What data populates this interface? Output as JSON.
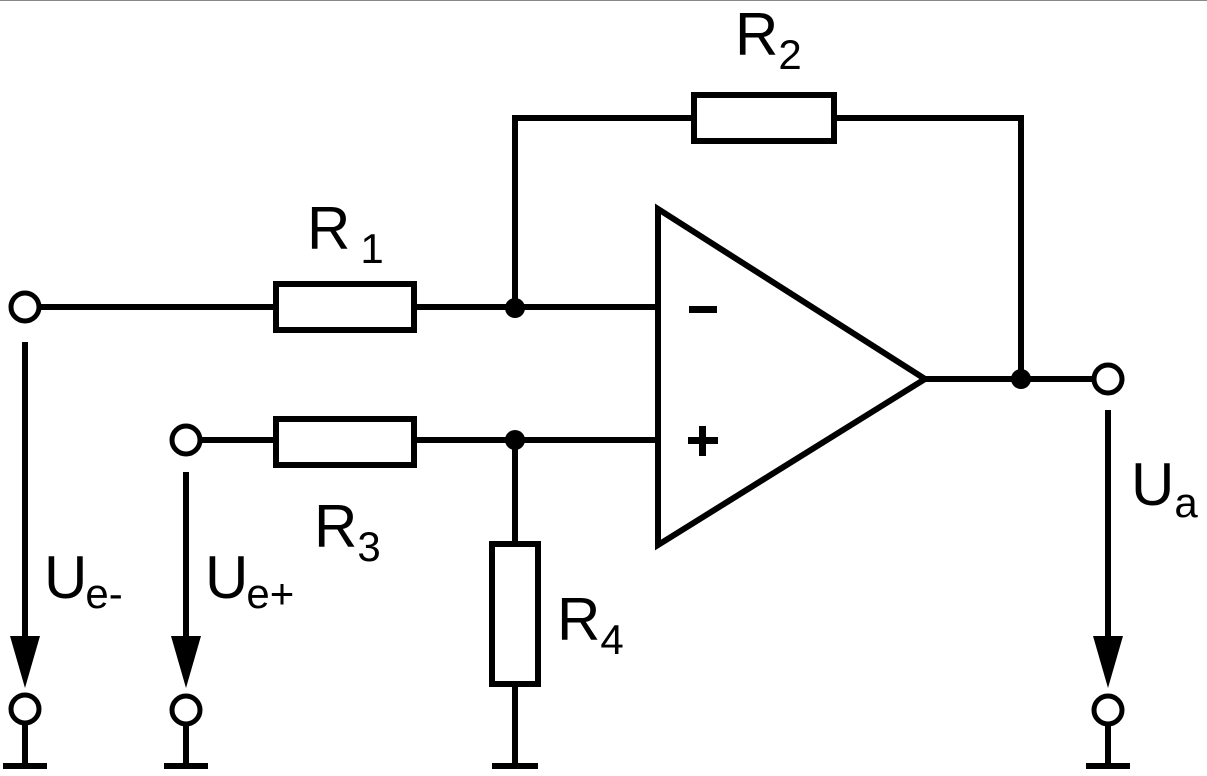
{
  "diagram": {
    "type": "circuit-schematic",
    "components": {
      "r1": {
        "label": "R",
        "index": "1"
      },
      "r2": {
        "label": "R",
        "index": "2"
      },
      "r3": {
        "label": "R",
        "index": "3"
      },
      "r4": {
        "label": "R",
        "index": "4"
      }
    },
    "opamp": {
      "inverting_sign": "-",
      "noninverting_sign": "+"
    },
    "voltages": {
      "ue_minus": {
        "label": "U",
        "index": "e-"
      },
      "ue_plus": {
        "label": "U",
        "index": "e+"
      },
      "ua": {
        "label": "U",
        "index": "a"
      }
    }
  }
}
